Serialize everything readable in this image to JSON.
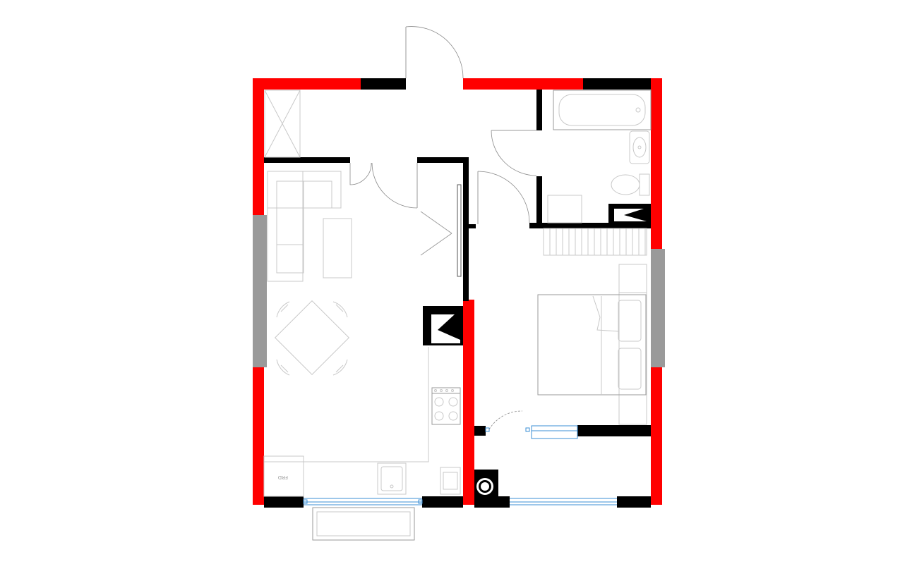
{
  "colors": {
    "exterior_wall": "#ff0000",
    "wall": "#000000",
    "window_panel": "#9a9a9a",
    "glazing": "#3b8fd6",
    "furniture": "#c8c8c8"
  },
  "fridge": {
    "label": "FRD"
  },
  "icons": [
    "entry-door-swing",
    "bathtub",
    "washbasin",
    "toilet",
    "sofa",
    "coffee-table",
    "dining-table",
    "chairs",
    "cooktop",
    "sink",
    "double-bed",
    "washing-machine",
    "fridge",
    "staircase"
  ]
}
